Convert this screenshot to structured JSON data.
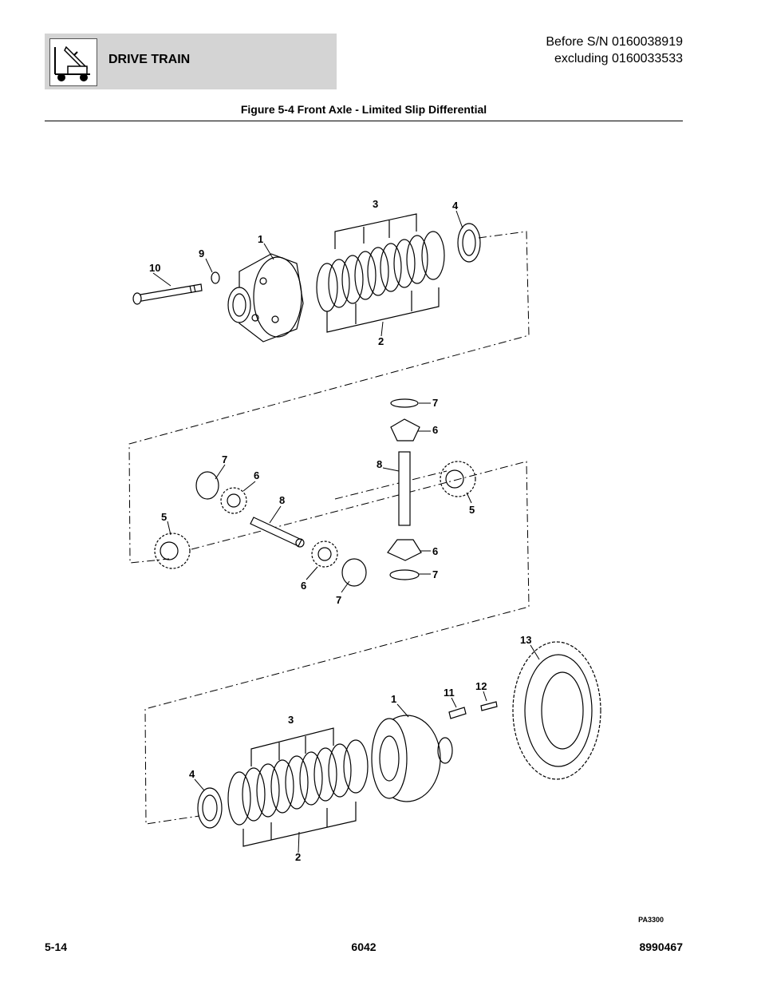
{
  "header": {
    "section": "DRIVE TRAIN",
    "serial_line1": "Before S/N 0160038919",
    "serial_line2": "excluding 0160033533"
  },
  "figure": {
    "title": "Figure 5-4 Front Axle - Limited Slip Differential",
    "ref_code": "PA3300",
    "callouts": {
      "c1a": "1",
      "c2a": "2",
      "c3a": "3",
      "c4a": "4",
      "c9": "9",
      "c10": "10",
      "c7a": "7",
      "c6a": "6",
      "c8a": "8",
      "c5a": "5",
      "c7b": "7",
      "c6b": "6",
      "c8b": "8",
      "c5b": "5",
      "c6c": "6",
      "c7c": "7",
      "c6d": "6",
      "c7d": "7",
      "c13": "13",
      "c11": "11",
      "c12": "12",
      "c1b": "1",
      "c3b": "3",
      "c4b": "4",
      "c2b": "2"
    }
  },
  "footer": {
    "page": "5-14",
    "model": "6042",
    "doc_number": "8990467"
  }
}
